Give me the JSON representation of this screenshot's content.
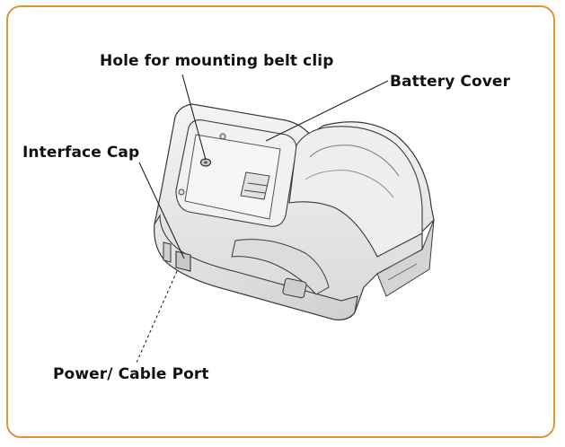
{
  "labels": {
    "hole_for_belt_clip": "Hole for mounting belt clip",
    "battery_cover": "Battery Cover",
    "interface_cap": "Interface Cap",
    "power_cable_port": "Power/ Cable Port"
  },
  "colors": {
    "frame": "#e8903a",
    "body_fill": "#ededed",
    "outline": "#3a3a3a",
    "leader": "#222222"
  }
}
